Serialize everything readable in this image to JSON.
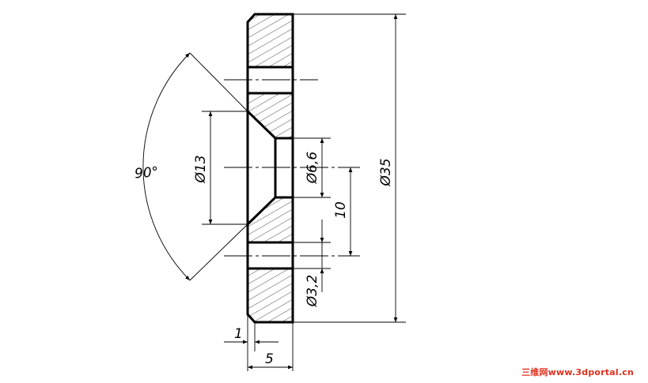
{
  "dimensions": {
    "angle": "90°",
    "dia_13": "Ø13",
    "dia_6_6": "Ø6,6",
    "dia_35": "Ø35",
    "len_10": "10",
    "dia_3_2": "Ø3,2",
    "len_1": "1",
    "len_5": "5"
  },
  "watermark": {
    "text": "三维网www.3dportal.cn",
    "color": "#e0301e"
  },
  "colors": {
    "line": "#000000",
    "background": "#ffffff"
  }
}
